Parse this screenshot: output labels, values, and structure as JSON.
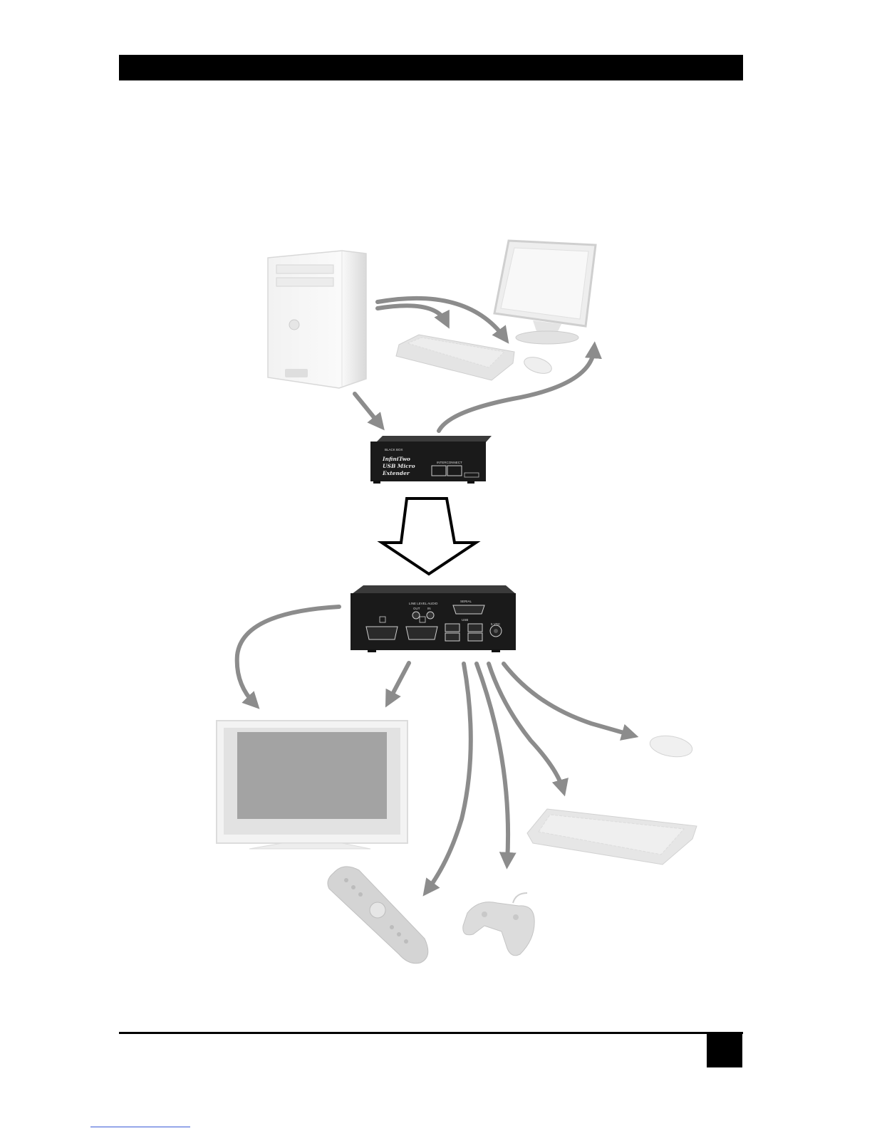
{
  "header": {
    "text": ""
  },
  "figure": {
    "transmitter": {
      "brand": "BLACK BOX",
      "name_line1": "InfiniTwo",
      "name_line2": "USB Micro",
      "name_line3": "Extender",
      "port_label": "INTERCONNECT"
    },
    "receiver": {
      "audio_label": "LINE LEVEL AUDIO",
      "audio_out": "OUT",
      "audio_in": "IN",
      "serial_label": "SERIAL",
      "usb_label": "USB",
      "power_label": "5 VDC"
    },
    "icons": {
      "computer": "tower-computer-icon",
      "monitor": "monitor-icon",
      "keyboard": "keyboard-icon",
      "mouse": "mouse-icon",
      "tv": "flat-panel-tv-icon",
      "remote": "remote-control-icon",
      "gamepad": "gamepad-icon"
    }
  },
  "footer": {
    "page_number": ""
  },
  "colors": {
    "arrow": "#8c8c8c",
    "device": "#1a1a1a",
    "faded": "#dcdcdc"
  }
}
